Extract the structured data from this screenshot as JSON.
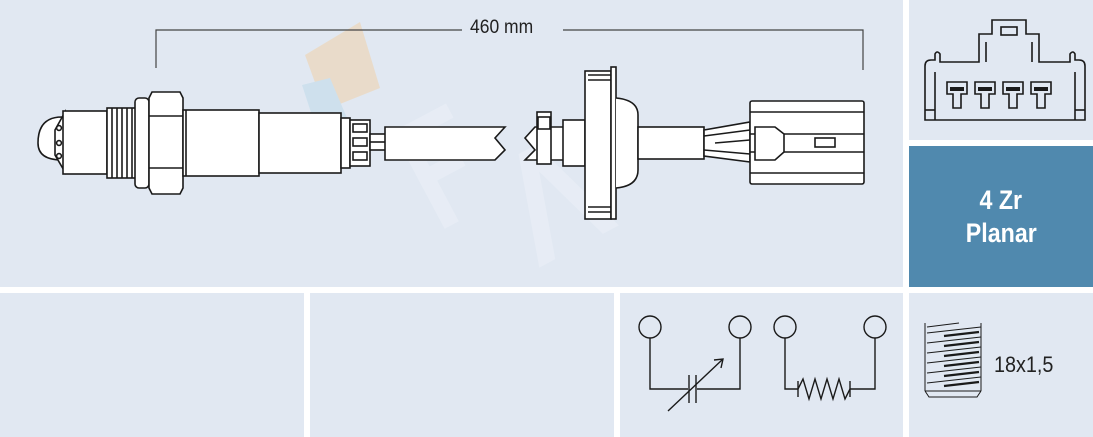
{
  "main": {
    "dimension_label": "460 mm",
    "watermark": "FAE",
    "part_drawing": "oxygen-sensor-with-cable-and-connector"
  },
  "connector": {
    "pins": 4,
    "icon": "4-pin-connector-face-icon"
  },
  "sensor_type": {
    "line1": "4 Zr",
    "line2": "Planar",
    "background_color": "#5089ae",
    "text_color": "#ffffff"
  },
  "bottom": {
    "panel1": "",
    "panel2": "",
    "circuit": {
      "symbols": [
        "variable-capacitor-symbol",
        "resistor-heater-symbol"
      ]
    },
    "thread": {
      "label": "18x1,5",
      "icon": "thread-icon"
    }
  },
  "colors": {
    "panel_bg": "#e1e8f2",
    "accent_blue": "#5089ae",
    "line": "#1a1a1a",
    "separator": "#ffffff"
  }
}
